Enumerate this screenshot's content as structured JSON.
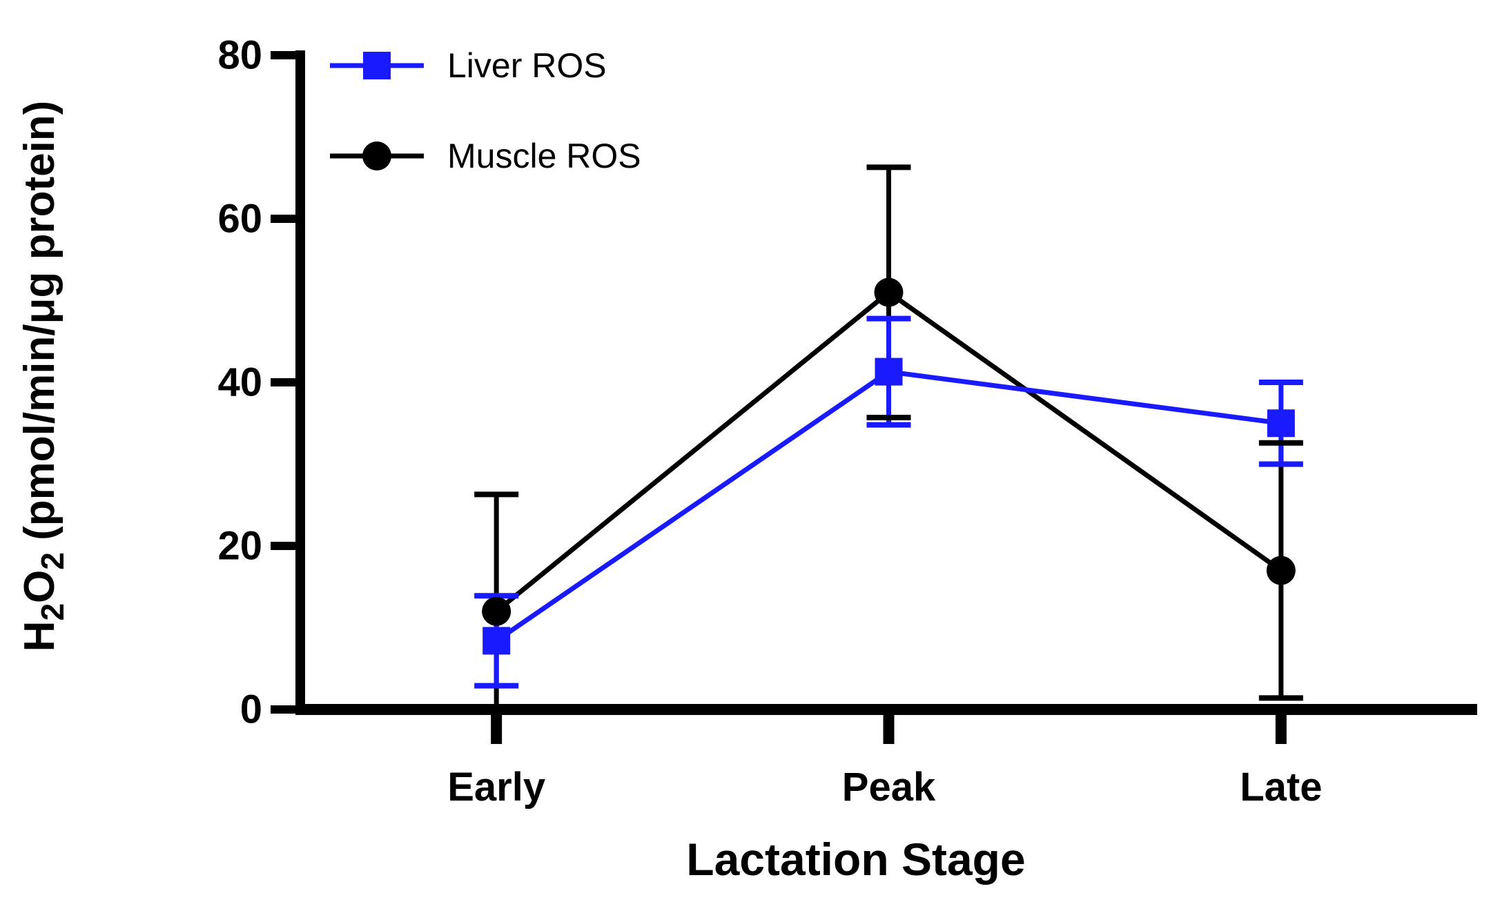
{
  "chart_data": {
    "type": "line",
    "title": "",
    "categories": [
      "Early",
      "Peak",
      "Late"
    ],
    "series": [
      {
        "name": "Liver ROS",
        "color": "#1a1aff",
        "marker": "square",
        "values": [
          8.4,
          41.3,
          35.0
        ],
        "errors": [
          5.5,
          6.5,
          5.0
        ]
      },
      {
        "name": "Muscle ROS",
        "color": "#000000",
        "marker": "circle",
        "values": [
          12.0,
          51.0,
          17.0
        ],
        "errors": [
          14.3,
          15.3,
          15.6
        ]
      }
    ],
    "xlabel": "Lactation Stage",
    "ylabel": "H2O2 (pmol/min/μg protein)",
    "ylabel_parts": {
      "p1": "H",
      "s1": "2",
      "p2": "O",
      "s2": "2",
      "p3": " (pmol/min/μg protein)"
    },
    "ylim": [
      0,
      80
    ],
    "yticks": [
      0,
      20,
      40,
      60,
      80
    ],
    "grid": false,
    "legend_position": "top-left-inside",
    "error_bars": "caps-both-ends-clipped-at-axis"
  }
}
